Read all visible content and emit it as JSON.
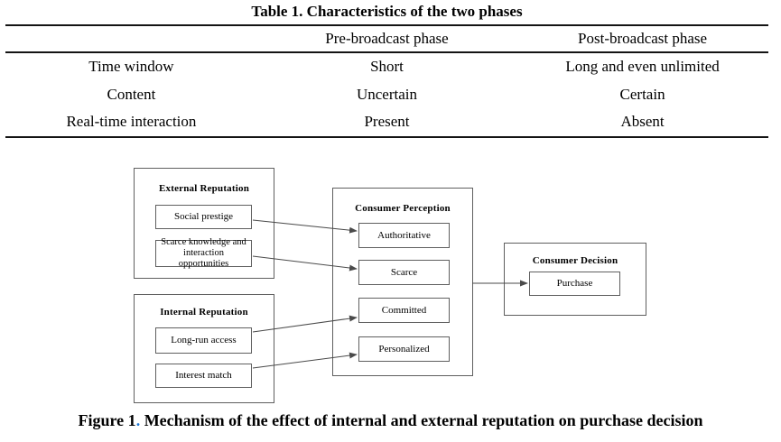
{
  "table": {
    "title": "Table 1. Characteristics of the two phases",
    "columns": [
      "",
      "Pre-broadcast phase",
      "Post-broadcast phase"
    ],
    "rows": [
      {
        "cells": [
          "Time window",
          "Short",
          "Long and even unlimited"
        ]
      },
      {
        "cells": [
          "Content",
          "Uncertain",
          "Certain"
        ]
      },
      {
        "cells": [
          "Real-time interaction",
          "Present",
          "Absent"
        ]
      }
    ]
  },
  "diagram": {
    "external": {
      "title": "External Reputation",
      "items": [
        "Social prestige",
        "Scarce knowledge and interaction opportunities"
      ]
    },
    "internal": {
      "title": "Internal Reputation",
      "items": [
        "Long-run access",
        "Interest match"
      ]
    },
    "perception": {
      "title": "Consumer Perception",
      "items": [
        "Authoritative",
        "Scarce",
        "Committed",
        "Personalized"
      ]
    },
    "decision": {
      "title": "Consumer Decision",
      "items": [
        "Purchase"
      ]
    },
    "connections": [
      {
        "from": "Social prestige",
        "to": "Authoritative"
      },
      {
        "from": "Scarce knowledge and interaction opportunities",
        "to": "Scarce"
      },
      {
        "from": "Long-run access",
        "to": "Committed"
      },
      {
        "from": "Interest match",
        "to": "Personalized"
      },
      {
        "from": "Consumer Perception",
        "to": "Purchase"
      }
    ]
  },
  "figure_caption": {
    "label": "Figure 1",
    "dot": ".",
    "text": " Mechanism of the effect of internal and external reputation on purchase decision"
  },
  "colors": {
    "background": "#ffffff",
    "text": "#000000",
    "table_rule": "#141414",
    "box_border": "#5f5f5f",
    "arrow": "#4a4a4a",
    "caption_dot": "#1e78d7"
  }
}
